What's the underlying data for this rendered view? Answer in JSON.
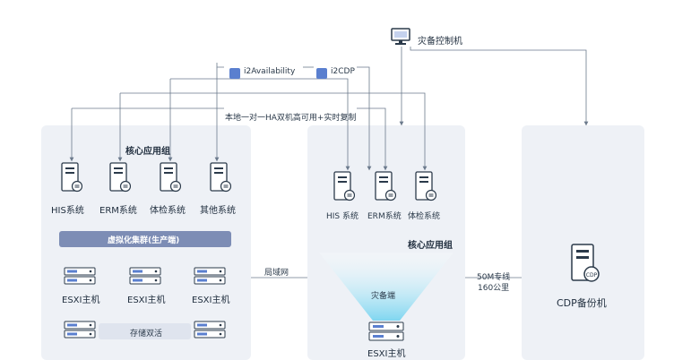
{
  "top": {
    "console": "灾备控制机",
    "i2availability": "i2Availability",
    "i2cdp": "i2CDP",
    "ha_note": "本地一对一HA双机高可用+实时复制"
  },
  "left_panel": {
    "group_title": "核心应用组",
    "apps": [
      "HIS系统",
      "ERM系统",
      "体检系统",
      "其他系统"
    ],
    "virt_bar": "虚拟化集群(生产端)",
    "hosts": [
      "ESXI主机",
      "ESXI主机",
      "ESXI主机"
    ],
    "storage": "存储双活"
  },
  "middle_panel": {
    "apps": [
      "HIS 系统",
      "ERM系统",
      "体检系统"
    ],
    "group_title": "核心应用组",
    "funnel_label": "灾备端",
    "host": "ESXI主机"
  },
  "right_panel": {
    "cdp": "CDP备份机"
  },
  "links": {
    "lan": "局域网",
    "wan_line1": "50M专线",
    "wan_line2": "160公里"
  },
  "colors": {
    "panel_bg": "#eef1f6",
    "wire": "#6b7a8c",
    "accent_blue": "#5a7fcf",
    "funnel": "#7fd6f0"
  }
}
